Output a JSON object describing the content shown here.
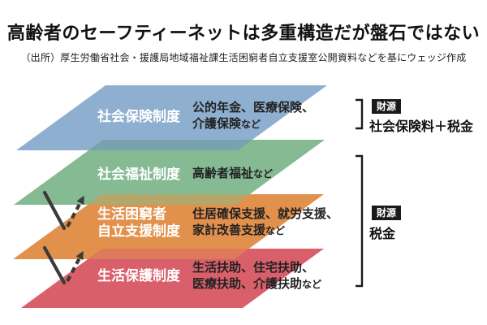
{
  "title": "高齢者のセーフティーネットは多重構造だが盤石ではない",
  "source": "（出所）厚生労働省社会・援護局地域福祉課生活困窮者自立支援室公開資料などを基にウェッジ作成",
  "colors": {
    "layer_social_insurance": "#8FAFD0",
    "layer_social_welfare": "#85BA93",
    "layer_livelihood_support": "#E2914D",
    "layer_public_assistance": "#D95F6B",
    "band_blue_green": "#79A2AC",
    "band_green_orange": "#B3A76B",
    "band_orange_red": "#DC7A5B",
    "arrow": "#3B3B3B",
    "bracket": "#1A1A1A",
    "funding_box_bg": "#1A1A1A",
    "label_text": "#FFFFFF",
    "desc_text": "#222222"
  },
  "diagram": {
    "layers": [
      {
        "label_lines": [
          "社会保険制度"
        ],
        "desc": [
          {
            "main": "公的年金、医療保険、",
            "suffix": ""
          },
          {
            "main": "介護保険",
            "suffix": "など"
          }
        ]
      },
      {
        "label_lines": [
          "社会福祉制度"
        ],
        "desc": [
          {
            "main": "高齢者福祉",
            "suffix": "など"
          }
        ]
      },
      {
        "label_lines": [
          "生活困窮者",
          "自立支援制度"
        ],
        "desc": [
          {
            "main": "住居確保支援、就労支援、",
            "suffix": ""
          },
          {
            "main": "家計改善支援",
            "suffix": "など"
          }
        ]
      },
      {
        "label_lines": [
          "生活保護制度"
        ],
        "desc": [
          {
            "main": "生活扶助、住宅扶助、",
            "suffix": ""
          },
          {
            "main": "医療扶助、介護扶助",
            "suffix": "など"
          }
        ]
      }
    ],
    "funding": [
      {
        "badge": "財源",
        "label": "社会保険料＋税金"
      },
      {
        "badge": "財源",
        "label": "税金"
      }
    ]
  }
}
